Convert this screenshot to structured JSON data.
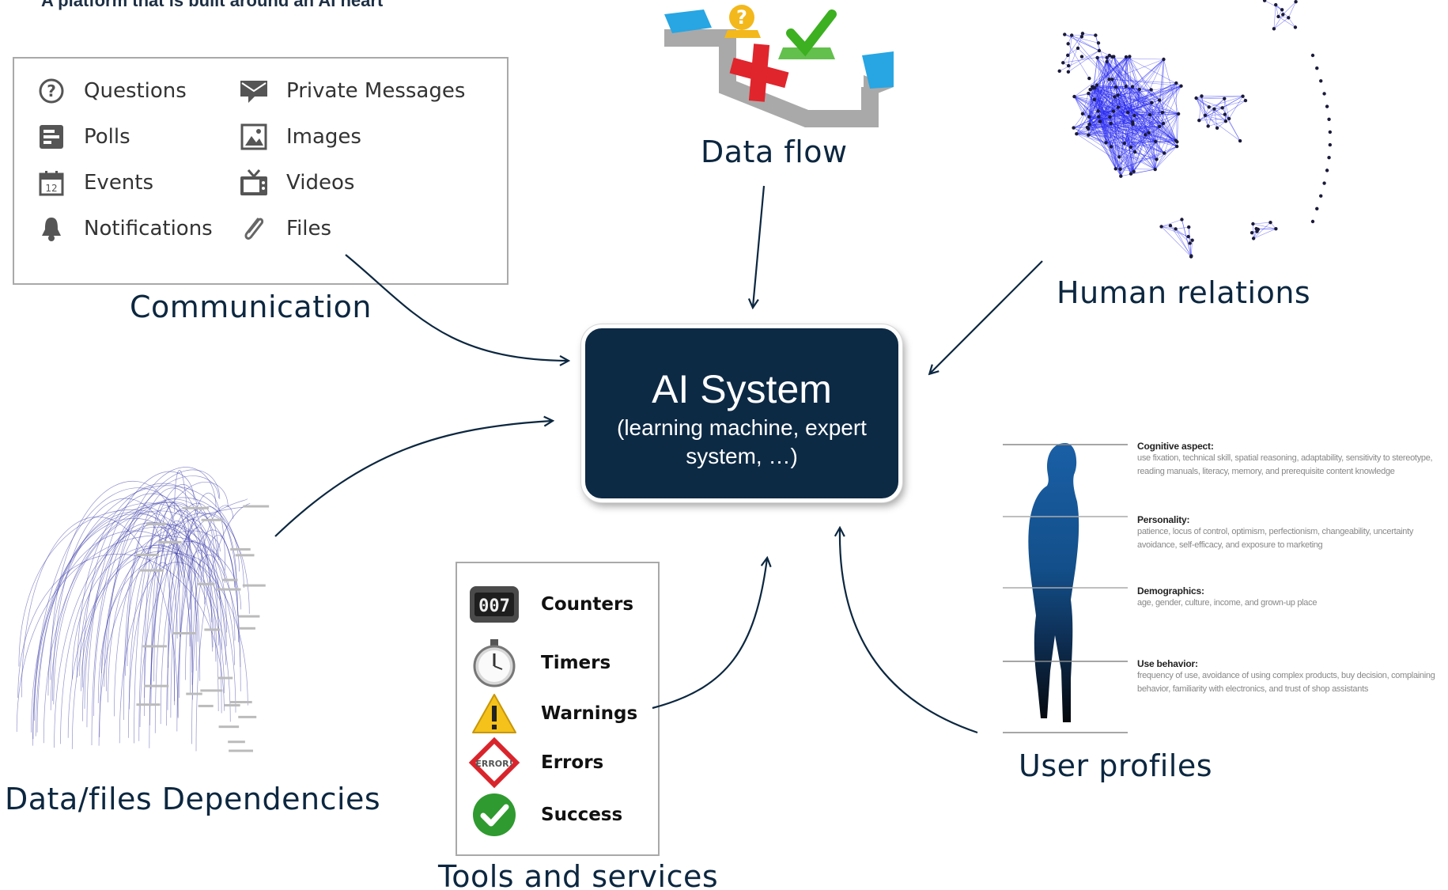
{
  "header": {
    "subtitle": "A platform that is built around an AI heart"
  },
  "center": {
    "title": "AI System",
    "description": "(learning machine, expert system, …)"
  },
  "labels": {
    "communication": "Communication",
    "data_flow": "Data flow",
    "human_relations": "Human relations",
    "dependencies": "Data/files Dependencies",
    "tools": "Tools and services",
    "profiles": "User profiles"
  },
  "communication_items": [
    {
      "label": "Questions",
      "icon": "question-circle-icon"
    },
    {
      "label": "Polls",
      "icon": "poll-icon"
    },
    {
      "label": "Events",
      "icon": "calendar-icon"
    },
    {
      "label": "Notifications",
      "icon": "bell-icon"
    },
    {
      "label": "Private Messages",
      "icon": "envelope-icon"
    },
    {
      "label": "Images",
      "icon": "image-icon"
    },
    {
      "label": "Videos",
      "icon": "tv-icon"
    },
    {
      "label": "Files",
      "icon": "paperclip-icon"
    }
  ],
  "tools_items": [
    {
      "label": "Counters",
      "icon": "counter-icon",
      "counter_text": "007"
    },
    {
      "label": "Timers",
      "icon": "stopwatch-icon"
    },
    {
      "label": "Warnings",
      "icon": "warning-icon"
    },
    {
      "label": "Errors",
      "icon": "error-icon",
      "error_text": "ERROR!"
    },
    {
      "label": "Success",
      "icon": "success-check-icon"
    }
  ],
  "profile_sections": [
    {
      "heading": "Cognitive aspect:",
      "text": "use fixation, technical skill, spatial reasoning, adaptability, sensitivity to stereotype, reading manuals, literacy, memory, and prerequisite content knowledge"
    },
    {
      "heading": "Personality:",
      "text": "patience, locus of control, optimism, perfectionism, changeability, uncertainty avoidance, self-efficacy, and exposure to marketing"
    },
    {
      "heading": "Demographics:",
      "text": "age, gender, culture, income, and grown-up place"
    },
    {
      "heading": "Use behavior:",
      "text": "frequency of use, avoidance of using complex products, buy decision, complaining behavior, familiarity with electronics, and trust of shop assistants"
    }
  ],
  "colors": {
    "navy": "#0d2a45",
    "network_blue": "#2a2cf0",
    "arrow": "#0c2740"
  }
}
